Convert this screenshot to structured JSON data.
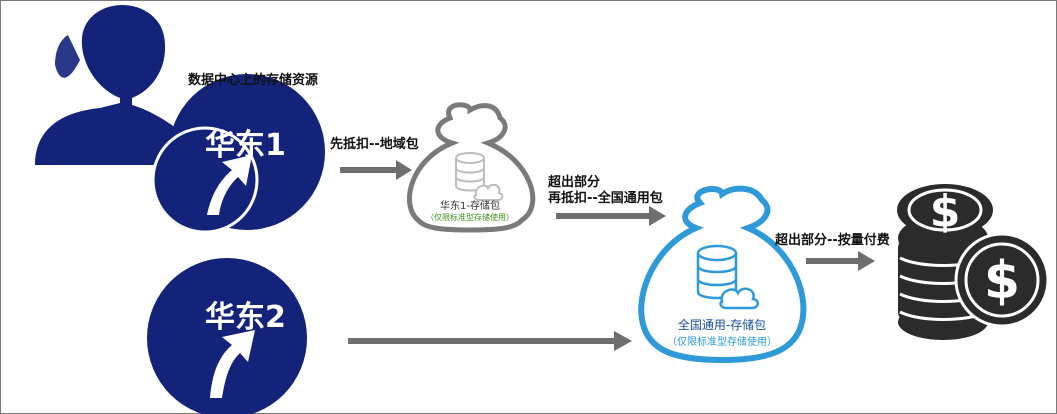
{
  "user": {
    "caption": "数据中心上的存储资源"
  },
  "regions": [
    {
      "name": "华东1"
    },
    {
      "name": "华东2"
    }
  ],
  "steps": {
    "first": "先抵扣--地域包",
    "second_line1": "超出部分",
    "second_line2": "再抵扣--全国通用包",
    "third": "超出部分--按量付费"
  },
  "packages": {
    "regional": {
      "title": "华东1-存储包",
      "note": "（仅限标准型存储使用）"
    },
    "national": {
      "title": "全国通用-存储包",
      "note": "（仅限标准型存储使用）"
    }
  },
  "colors": {
    "navy": "#13237a",
    "arrow_gray": "#6e6e6e",
    "bag_blue": "#2e9ad8",
    "bag_gray": "#7a7a7a",
    "coins": "#2b2b2b",
    "note_green": "#3f8f1f"
  }
}
